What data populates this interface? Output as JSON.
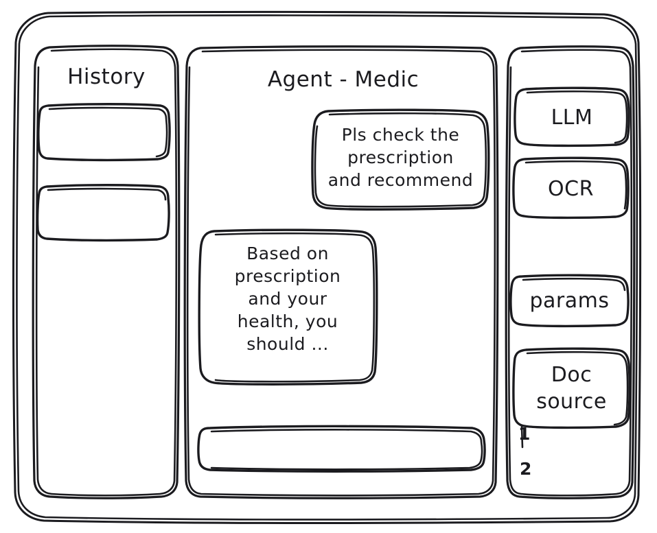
{
  "meta": {
    "style": "hand-drawn-wireframe",
    "stroke_color": "#1b1b1f",
    "background_color": "#ffffff"
  },
  "window": {
    "name": "agent-medic-wireframe"
  },
  "history_panel": {
    "title": "History",
    "items": [
      {
        "label": ""
      },
      {
        "label": ""
      }
    ]
  },
  "main_panel": {
    "title": "Agent - Medic",
    "messages": [
      {
        "role": "user",
        "text": "Pls check the\nprescription\nand recommend"
      },
      {
        "role": "agent",
        "text": "Based on\nprescription\nand your\nhealth, you\nshould ..."
      }
    ],
    "composer": {
      "value": "",
      "placeholder": ""
    }
  },
  "tools_panel": {
    "buttons": [
      {
        "label": "LLM"
      },
      {
        "label": "OCR"
      },
      {
        "label": "params"
      }
    ],
    "doc_source": {
      "label": "Doc\nsource",
      "items": [
        "1",
        "2"
      ]
    }
  }
}
